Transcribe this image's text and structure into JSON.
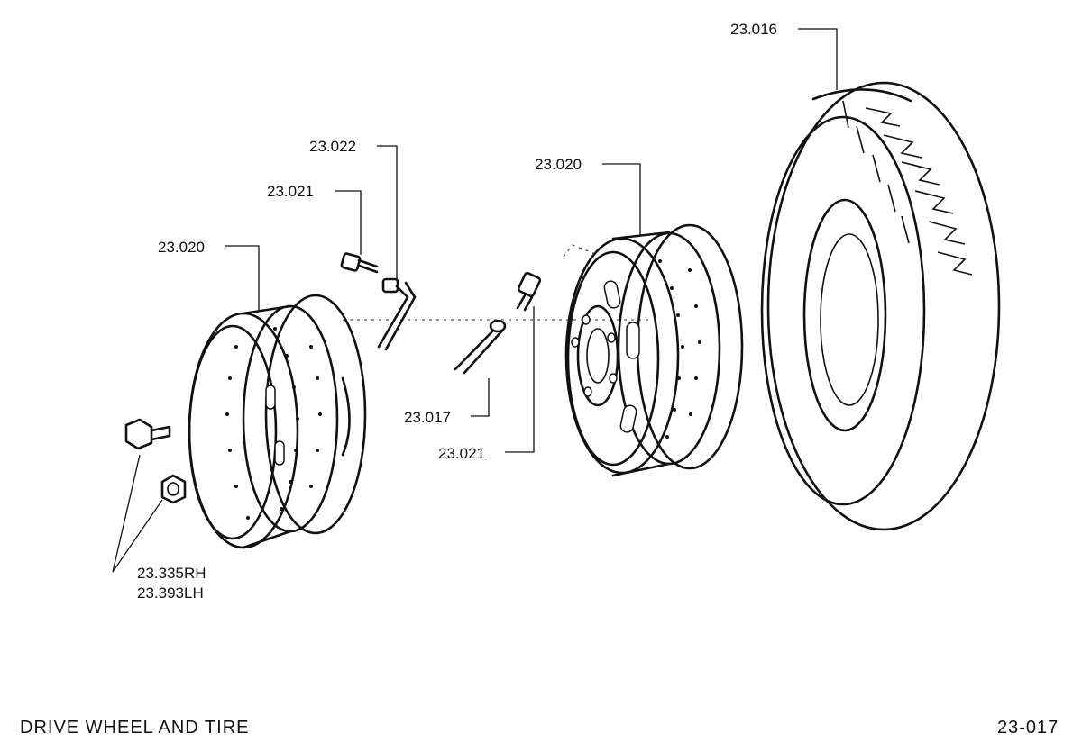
{
  "diagram": {
    "callouts": {
      "tire": "23.016",
      "rim_rear": "23.020",
      "rim_front": "23.020",
      "valve_ext": "23.022",
      "valve_top": "23.021",
      "valve_stem": "23.017",
      "valve_front": "23.021",
      "nut_rh": "23.335RH",
      "nut_lh": "23.393LH"
    },
    "footer": {
      "title": "DRIVE WHEEL AND TIRE",
      "page_code": "23-017"
    }
  }
}
